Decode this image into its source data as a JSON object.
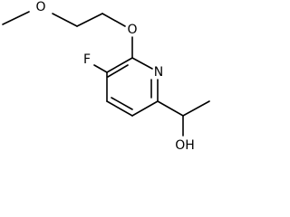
{
  "molecule": {
    "atoms": [
      {
        "id": "o_methoxy",
        "symbol": "O"
      },
      {
        "id": "o_ether",
        "symbol": "O"
      },
      {
        "id": "f",
        "symbol": "F"
      },
      {
        "id": "n",
        "symbol": "N"
      },
      {
        "id": "oh",
        "symbol": "OH"
      }
    ]
  }
}
